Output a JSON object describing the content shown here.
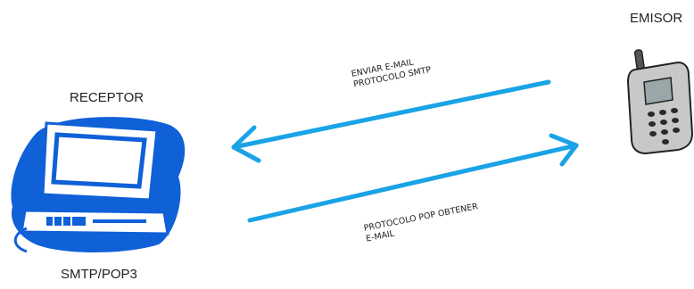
{
  "nodes": {
    "receptor": {
      "label": "RECEPTOR",
      "sublabel": "SMTP/POP3",
      "icon": "desktop-computer-icon"
    },
    "emisor": {
      "label": "EMISOR",
      "icon": "mobile-phone-icon"
    }
  },
  "arrows": {
    "top": {
      "line1": "ENVIAR E-MAIL",
      "line2": "PROTOCOLO SMTP",
      "direction": "emisor-to-receptor"
    },
    "bottom": {
      "line1": "PROTOCOLO POP OBTENER",
      "line2": "E-MAIL",
      "direction": "receptor-to-emisor"
    }
  },
  "colors": {
    "arrow": "#1aa3e6",
    "computer": "#1060d8",
    "phone_body": "#c8c8c8"
  }
}
